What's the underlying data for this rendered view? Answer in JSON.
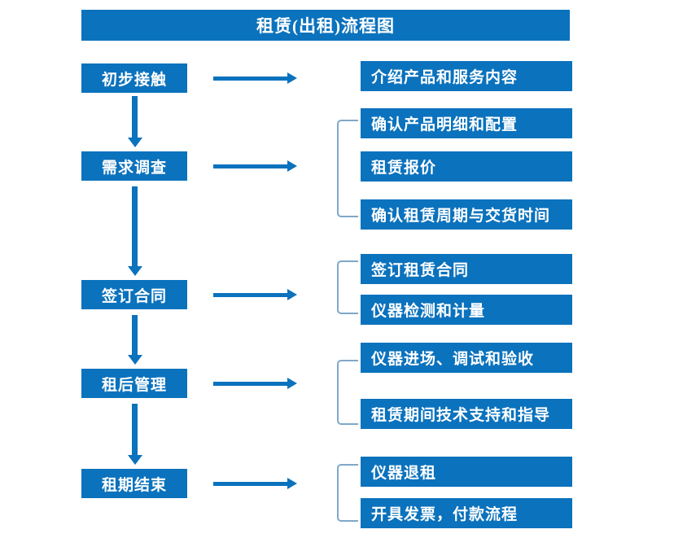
{
  "diagram": {
    "title": "租赁(出租)流程图",
    "accent_color": "#0B72BD",
    "bracket_color": "#7FA8C9",
    "text_color": "#FFFFFF",
    "background_color": "#FFFFFF",
    "stages": [
      {
        "id": "stage-1",
        "label": "初步接触",
        "details": [
          "介绍产品和服务内容"
        ]
      },
      {
        "id": "stage-2",
        "label": "需求调查",
        "details": [
          "确认产品明细和配置",
          "租赁报价",
          "确认租赁周期与交货时间"
        ]
      },
      {
        "id": "stage-3",
        "label": "签订合同",
        "details": [
          "签订租赁合同",
          "仪器检测和计量"
        ]
      },
      {
        "id": "stage-4",
        "label": "租后管理",
        "details": [
          "仪器进场、调试和验收",
          "租赁期间技术支持和指导"
        ]
      },
      {
        "id": "stage-5",
        "label": "租期结束",
        "details": [
          "仪器退租",
          "开具发票，付款流程"
        ]
      }
    ],
    "left_nodes": [
      "初步接触",
      "需求调查",
      "签订合同",
      "租后管理",
      "租期结束"
    ],
    "right_nodes": [
      "介绍产品和服务内容",
      "确认产品明细和配置",
      "租赁报价",
      "确认租赁周期与交货时间",
      "签订租赁合同",
      "仪器检测和计量",
      "仪器进场、调试和验收",
      "租赁期间技术支持和指导",
      "仪器退租",
      "开具发票，付款流程"
    ]
  }
}
